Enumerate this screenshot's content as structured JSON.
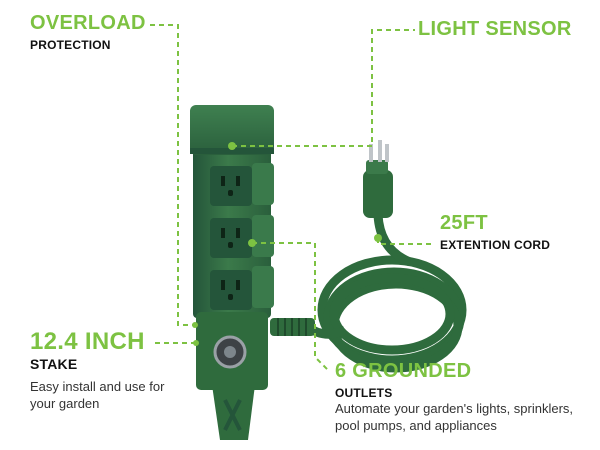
{
  "callouts": {
    "overload": {
      "title": "OVERLOAD",
      "subtitle": "PROTECTION"
    },
    "light_sensor": {
      "title": "LIGHT SENSOR"
    },
    "cord": {
      "title": "25FT",
      "subtitle": "EXTENTION CORD"
    },
    "stake": {
      "title": "12.4 INCH",
      "subtitle": "STAKE",
      "description": "Easy install and use for your garden"
    },
    "outlets": {
      "title": "6 GROUNDED",
      "subtitle": "OUTLETS",
      "description": "Automate your garden's lights, sprinklers, pool pumps, and appliances"
    }
  },
  "colors": {
    "accent": "#7dc242",
    "product_green": "#2f6b3d",
    "text_dark": "#111111"
  }
}
